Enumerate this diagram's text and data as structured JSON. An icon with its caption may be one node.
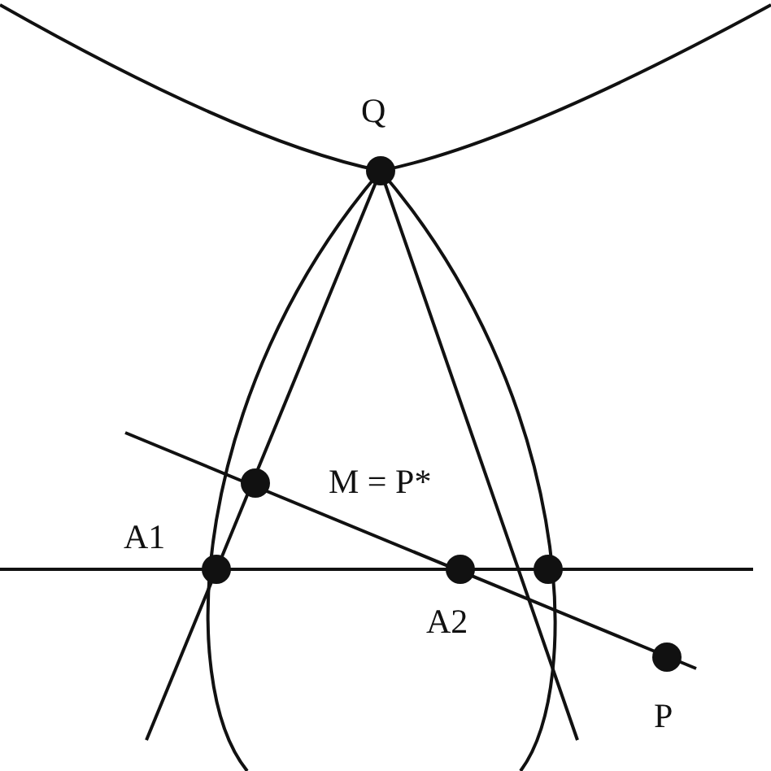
{
  "diagram": {
    "labels": [
      "Q",
      "M = P*",
      "A1",
      "A2",
      "P"
    ]
  }
}
